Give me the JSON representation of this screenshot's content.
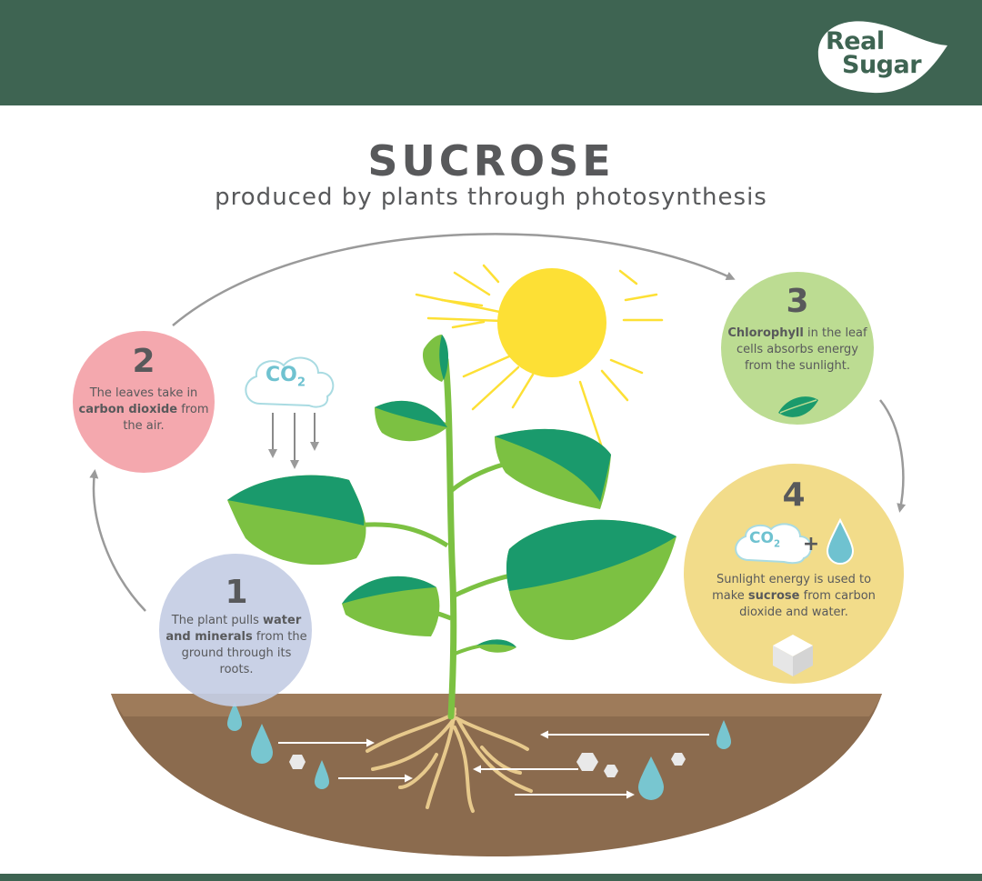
{
  "brand": {
    "line1": "Real",
    "line2": "Sugar"
  },
  "title": "SUCROSE",
  "subtitle": "produced by plants through photosynthesis",
  "co2": {
    "text": "CO",
    "subscript": "2"
  },
  "steps": [
    {
      "number": "1",
      "pre": "The plant pulls ",
      "bold": "water and minerals",
      "post": " from the ground through its roots."
    },
    {
      "number": "2",
      "pre": "The leaves take in ",
      "bold": "carbon dioxide",
      "post": " from the air."
    },
    {
      "number": "3",
      "pre": "",
      "bold": "Chlorophyll",
      "post": " in the leaf cells absorbs energy from the sunlight."
    },
    {
      "number": "4",
      "pre": "Sunlight energy is used to make ",
      "bold": "sucrose",
      "post": " from carbon dioxide and water.",
      "plus": "+"
    }
  ],
  "colors": {
    "header": "#3e6452",
    "step1": "#c4cde4",
    "step2": "#f4a8ae",
    "step3": "#bcdc92",
    "step4": "#f2dc8a",
    "sun": "#fde035",
    "soil": "#8b6b4e",
    "water": "#78c6d0",
    "leaf_light": "#7cc142",
    "leaf_dark": "#1a9a6c"
  }
}
